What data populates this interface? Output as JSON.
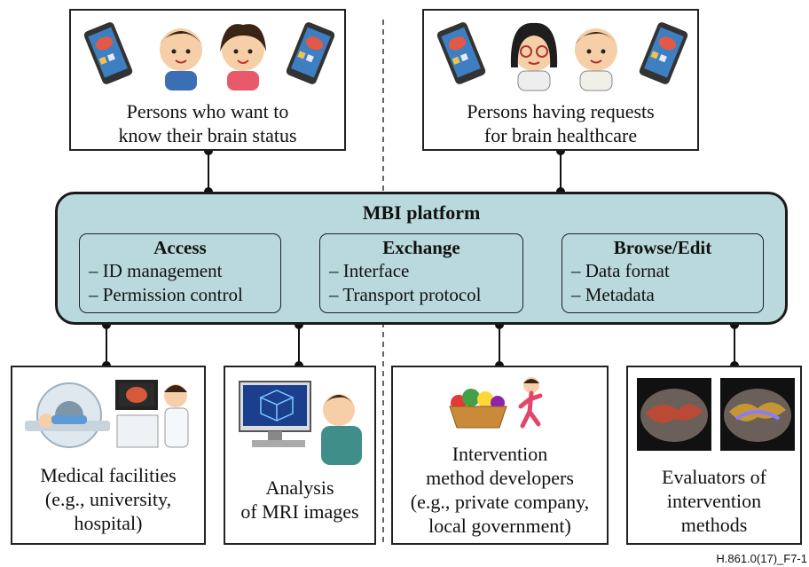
{
  "top_boxes": [
    {
      "line1": "Persons who want to",
      "line2": "know their brain status"
    },
    {
      "line1": "Persons having requests",
      "line2": "for brain healthcare"
    }
  ],
  "platform": {
    "title": "MBI platform",
    "modules": [
      {
        "title": "Access",
        "items": [
          "– ID management",
          "– Permission control"
        ]
      },
      {
        "title": "Exchange",
        "items": [
          "– Interface",
          "– Transport protocol"
        ]
      },
      {
        "title": "Browse/Edit",
        "items": [
          "– Data fornat",
          "– Metadata"
        ]
      }
    ]
  },
  "bottom_boxes": [
    {
      "lines": [
        "Medical facilities",
        "(e.g., university,",
        "hospital)"
      ]
    },
    {
      "lines": [
        "Analysis",
        "of MRI images"
      ]
    },
    {
      "lines": [
        "Intervention",
        "method developers",
        "(e.g., private company,",
        "local government)"
      ]
    },
    {
      "lines": [
        "Evaluators of",
        "intervention",
        "methods"
      ]
    }
  ],
  "figure_code": "H.861.0(17)_F7-1",
  "colors": {
    "platform_fill": "#b9d9dc",
    "line": "#1a1a1a"
  }
}
